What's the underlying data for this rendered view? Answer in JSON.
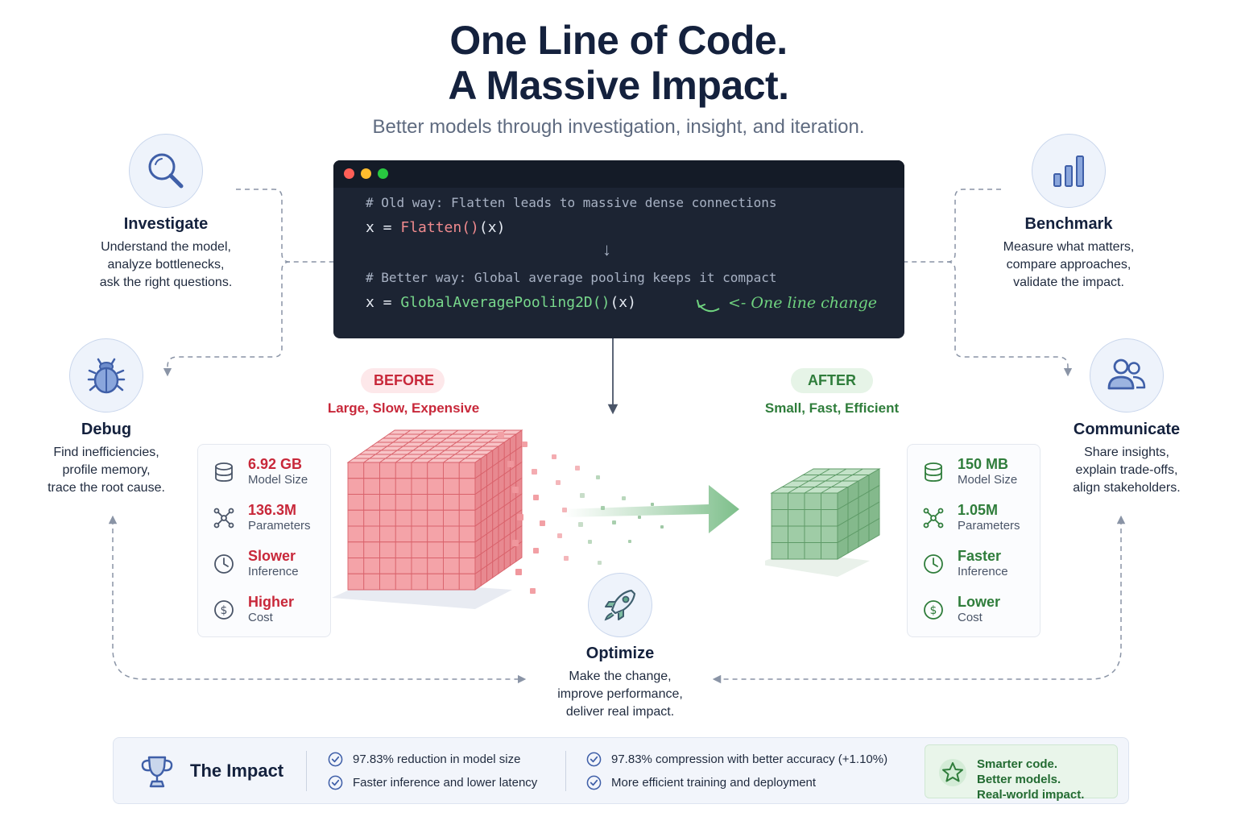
{
  "header": {
    "title_line1": "One Line of Code.",
    "title_line2": "A Massive Impact.",
    "subtitle": "Better models through investigation, insight, and iteration."
  },
  "nodes": {
    "investigate": {
      "title": "Investigate",
      "desc": [
        "Understand the model,",
        "analyze bottlenecks,",
        "ask the right questions."
      ],
      "icon": "magnifier-icon"
    },
    "debug": {
      "title": "Debug",
      "desc": [
        "Find inefficiencies,",
        "profile memory,",
        "trace the root cause."
      ],
      "icon": "bug-icon"
    },
    "benchmark": {
      "title": "Benchmark",
      "desc": [
        "Measure what matters,",
        "compare approaches,",
        "validate the impact."
      ],
      "icon": "bar-chart-icon"
    },
    "communicate": {
      "title": "Communicate",
      "desc": [
        "Share insights,",
        "explain trade-offs,",
        "align stakeholders."
      ],
      "icon": "users-icon"
    },
    "optimize": {
      "title": "Optimize",
      "desc": [
        "Make the change,",
        "improve performance,",
        "deliver real impact."
      ],
      "icon": "rocket-icon"
    }
  },
  "code": {
    "comment_old": "# Old way: Flatten leads to massive dense connections",
    "line_old_prefix": "x = ",
    "line_old_call": "Flatten()",
    "line_old_suffix": "(x)",
    "arrow": "↓",
    "comment_new": "# Better way: Global average pooling keeps it compact",
    "line_new_prefix": "x = ",
    "line_new_call": "GlobalAveragePooling2D()",
    "line_new_suffix": "(x)",
    "note": "<- One line change"
  },
  "before": {
    "label": "BEFORE",
    "tagline": "Large, Slow, Expensive",
    "stats": [
      {
        "value": "6.92 GB",
        "label": "Model Size",
        "icon": "database-icon"
      },
      {
        "value": "136.3M",
        "label": "Parameters",
        "icon": "network-icon"
      },
      {
        "value": "Slower",
        "label": "Inference",
        "icon": "clock-icon"
      },
      {
        "value": "Higher",
        "label": "Cost",
        "icon": "dollar-icon"
      }
    ]
  },
  "after": {
    "label": "AFTER",
    "tagline": "Small, Fast, Efficient",
    "stats": [
      {
        "value": "150 MB",
        "label": "Model Size",
        "icon": "database-icon"
      },
      {
        "value": "1.05M",
        "label": "Parameters",
        "icon": "network-icon"
      },
      {
        "value": "Faster",
        "label": "Inference",
        "icon": "clock-icon"
      },
      {
        "value": "Lower",
        "label": "Cost",
        "icon": "dollar-icon"
      }
    ]
  },
  "impact": {
    "title": "The Impact",
    "items": [
      "97.83% reduction in model size",
      "Faster inference and lower latency",
      "97.83% compression with better accuracy (+1.10%)",
      "More efficient training and deployment"
    ],
    "tagline": [
      "Smarter code.",
      "Better models.",
      "Real-world impact."
    ]
  },
  "colors": {
    "navy": "#14213d",
    "red": "#c8283a",
    "green": "#2f7d3b",
    "icon_blue": "#3f5fa8"
  }
}
